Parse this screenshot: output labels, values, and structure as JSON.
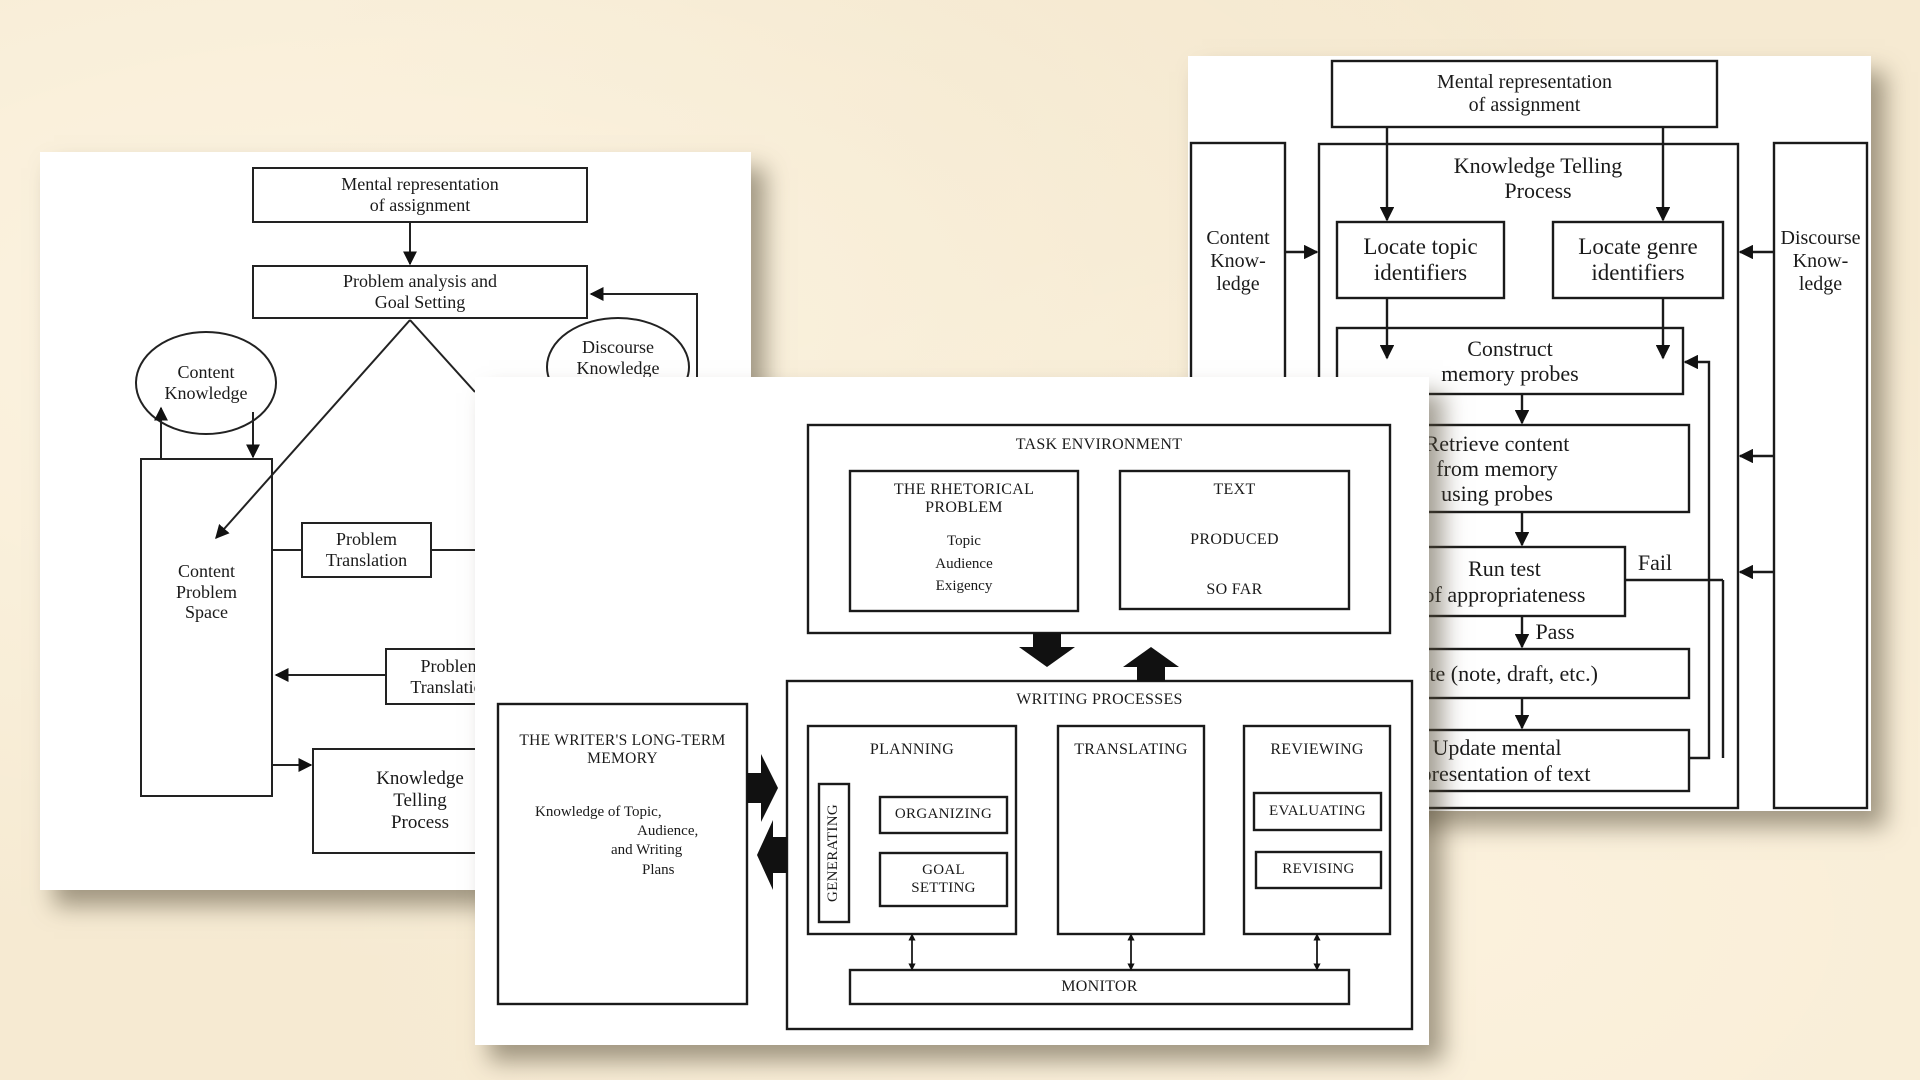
{
  "background_color": "#f6ead2",
  "left_diagram": {
    "title": "Knowledge Transforming Model",
    "mental_representation": [
      "Mental representation",
      "of assignment"
    ],
    "problem_analysis": [
      "Problem analysis and",
      "Goal Setting"
    ],
    "content_knowledge": [
      "Content",
      "Knowledge"
    ],
    "discourse_knowledge": [
      "Discourse",
      "Knowledge"
    ],
    "content_problem_space": [
      "Content",
      "Problem",
      "Space"
    ],
    "problem_translation_1": [
      "Problem",
      "Translation"
    ],
    "problem_translation_2": [
      "Problem",
      "Translation"
    ],
    "knowledge_telling": [
      "Knowledge",
      "Telling",
      "Process"
    ]
  },
  "right_diagram": {
    "title": "Knowledge Telling Model",
    "mental_representation": [
      "Mental representation",
      "of assignment"
    ],
    "process_title": [
      "Knowledge Telling",
      "Process"
    ],
    "content_knowledge": [
      "Content",
      "Know-",
      "ledge"
    ],
    "discourse_knowledge": [
      "Discourse",
      "Know-",
      "ledge"
    ],
    "locate_topic": [
      "Locate topic",
      "identifiers"
    ],
    "locate_genre": [
      "Locate genre",
      "identifiers"
    ],
    "construct_probes": [
      "Construct",
      "memory probes"
    ],
    "retrieve_content": [
      "Retrieve content",
      "from memory",
      "using probes"
    ],
    "run_test": [
      "Run test",
      "of appropriateness"
    ],
    "fail_label": "Fail",
    "pass_label": "Pass",
    "write": "Write (note, draft, etc.)",
    "update_representation": [
      "Update mental",
      "representation of text"
    ]
  },
  "center_diagram": {
    "title": "Cognitive Process Model of Writing",
    "task_environment": "TASK ENVIRONMENT",
    "rhetorical_problem": [
      "THE RHETORICAL",
      "PROBLEM"
    ],
    "rhetorical_items": [
      "Topic",
      "Audience",
      "Exigency"
    ],
    "text_produced": [
      "TEXT",
      "PRODUCED",
      "SO FAR"
    ],
    "long_term_memory": [
      "THE WRITER'S LONG-TERM",
      "MEMORY"
    ],
    "long_term_memory_items": [
      "Knowledge of Topic,",
      "Audience,",
      "and Writing",
      "Plans"
    ],
    "writing_processes": "WRITING PROCESSES",
    "planning": "PLANNING",
    "generating": "GENERATING",
    "organizing": "ORGANIZING",
    "goal_setting": [
      "GOAL",
      "SETTING"
    ],
    "translating": "TRANSLATING",
    "reviewing": "REVIEWING",
    "evaluating": "EVALUATING",
    "revising": "REVISING",
    "monitor": "MONITOR"
  }
}
